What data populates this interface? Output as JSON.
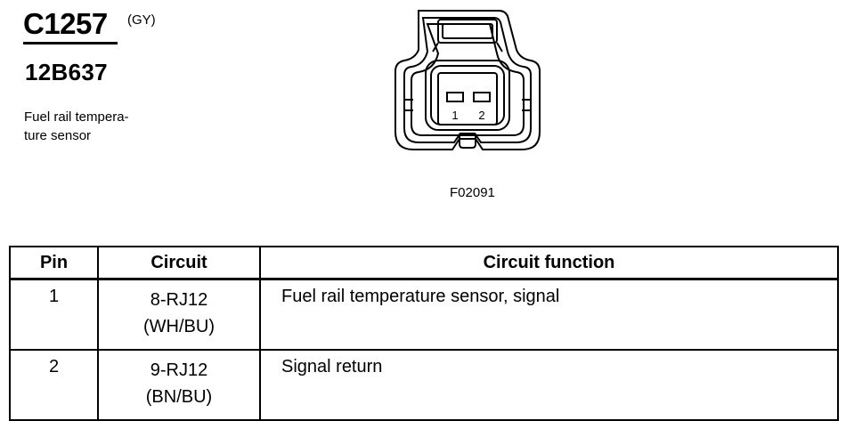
{
  "connector": {
    "id": "C1257",
    "color": "(GY)",
    "part_number": "12B637",
    "description_lines": [
      "Fuel rail tempera-",
      "ture sensor"
    ],
    "pin_labels": [
      "1",
      "2"
    ],
    "figure_ref": "F02091"
  },
  "table": {
    "headers": {
      "pin": "Pin",
      "circuit": "Circuit",
      "function": "Circuit function"
    },
    "rows": [
      {
        "pin": "1",
        "circuit": "8-RJ12",
        "wire": "(WH/BU)",
        "function": "Fuel rail temperature sensor,  signal"
      },
      {
        "pin": "2",
        "circuit": "9-RJ12",
        "wire": "(BN/BU)",
        "function": "Signal return"
      }
    ]
  }
}
